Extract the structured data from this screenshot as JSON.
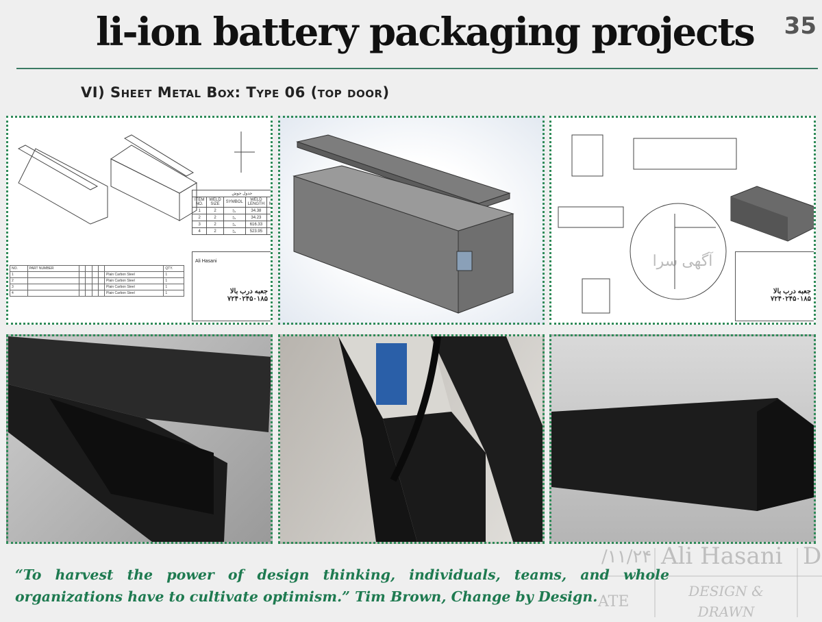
{
  "header": {
    "title": "li-ion battery packaging projects",
    "page_number": "35"
  },
  "subtitle": "VI) Sheet Metal Box: Type 06 (top door)",
  "panels": {
    "drawing_1": {
      "weld_table": {
        "title": "جدول جوش",
        "headers": [
          "ITEM NO.",
          "WELD SIZE",
          "SYMBOL",
          "WELD LENGTH",
          "WELD MATERIAL"
        ],
        "rows": [
          [
            "1",
            "2",
            "◺",
            "34.38",
            ""
          ],
          [
            "2",
            "2",
            "◺",
            "34.23",
            ""
          ],
          [
            "3",
            "2",
            "◺",
            "616.33",
            ""
          ],
          [
            "4",
            "2",
            "◺",
            "523.95",
            ""
          ]
        ]
      },
      "parts_table": {
        "headers": [
          "NO.",
          "PART NUMBER",
          "",
          "",
          "",
          "",
          "",
          "QTY."
        ],
        "rows": [
          [
            "1",
            "",
            "",
            "",
            "",
            "",
            "Plain Carbon Steel",
            "1"
          ],
          [
            "2",
            "",
            "",
            "",
            "",
            "",
            "Plain Carbon Steel",
            "1"
          ],
          [
            "3",
            "",
            "",
            "",
            "",
            "",
            "Plain Carbon Steel",
            "1"
          ],
          [
            "4",
            "",
            "",
            "",
            "",
            "",
            "Plain Carbon Steel",
            "1"
          ]
        ]
      },
      "title_block": {
        "name": "جعبه درب بالا",
        "code": "۷۲۴۰۲۴۵۰۱۸۵",
        "designer": "Ali Hasani"
      }
    },
    "drawing_3": {
      "watermark": "آگهی سرا",
      "title_block": {
        "name": "جعبه درب بالا",
        "code": "۷۲۴۰۲۴۵۰۱۸۵"
      }
    }
  },
  "background_watermark": {
    "date": "/۱۱/۲۴",
    "name": "Ali Hasani",
    "role": "DESIGN & DRAWN",
    "label": "ATE",
    "extra": "D"
  },
  "quote": "“To harvest the power of design thinking, individuals, teams, and whole organizations have to cultivate optimism.” Tim Brown, Change by Design.",
  "colors": {
    "accent": "#1e7a50",
    "border": "#2e8a58",
    "rule": "#3b7a63"
  }
}
